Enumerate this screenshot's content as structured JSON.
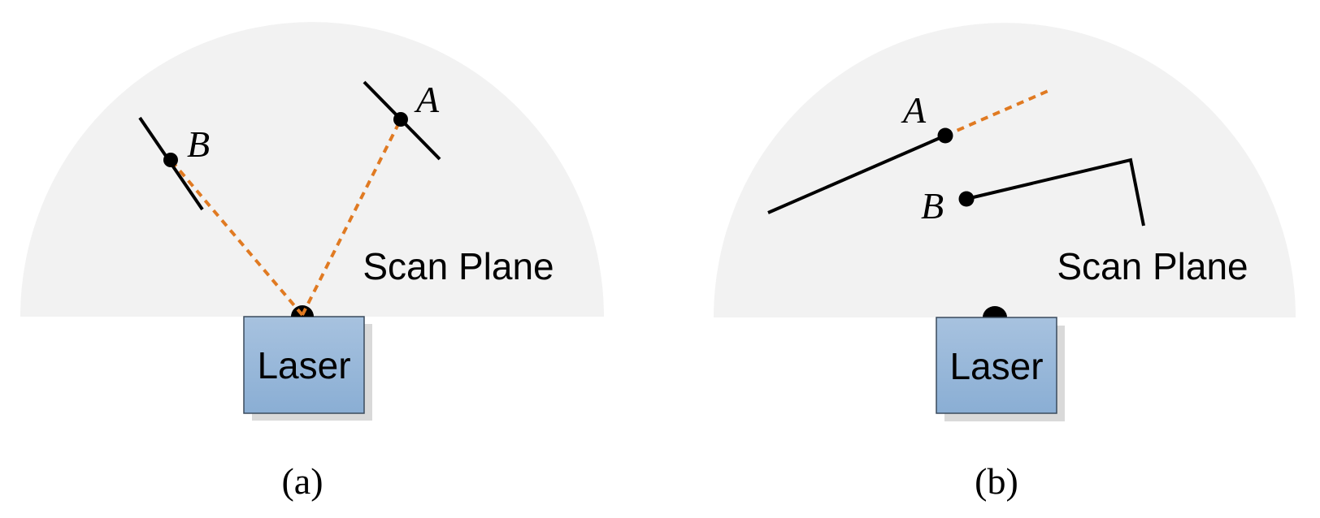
{
  "panels": [
    {
      "caption": "(a)",
      "scan_plane_label": "Scan Plane",
      "laser_label": "Laser",
      "point_a_label": "A",
      "point_b_label": "B"
    },
    {
      "caption": "(b)",
      "scan_plane_label": "Scan Plane",
      "laser_label": "Laser",
      "point_a_label": "A",
      "point_b_label": "B"
    }
  ],
  "colors": {
    "scan_plane_fill": "#f2f2f2",
    "laser_fill_top": "#a7c2df",
    "laser_fill_bottom": "#8aaed4",
    "laser_stroke": "#3a4a5c",
    "shadow": "#d9d9d9",
    "beam": "#e07a22",
    "line": "#000000"
  }
}
